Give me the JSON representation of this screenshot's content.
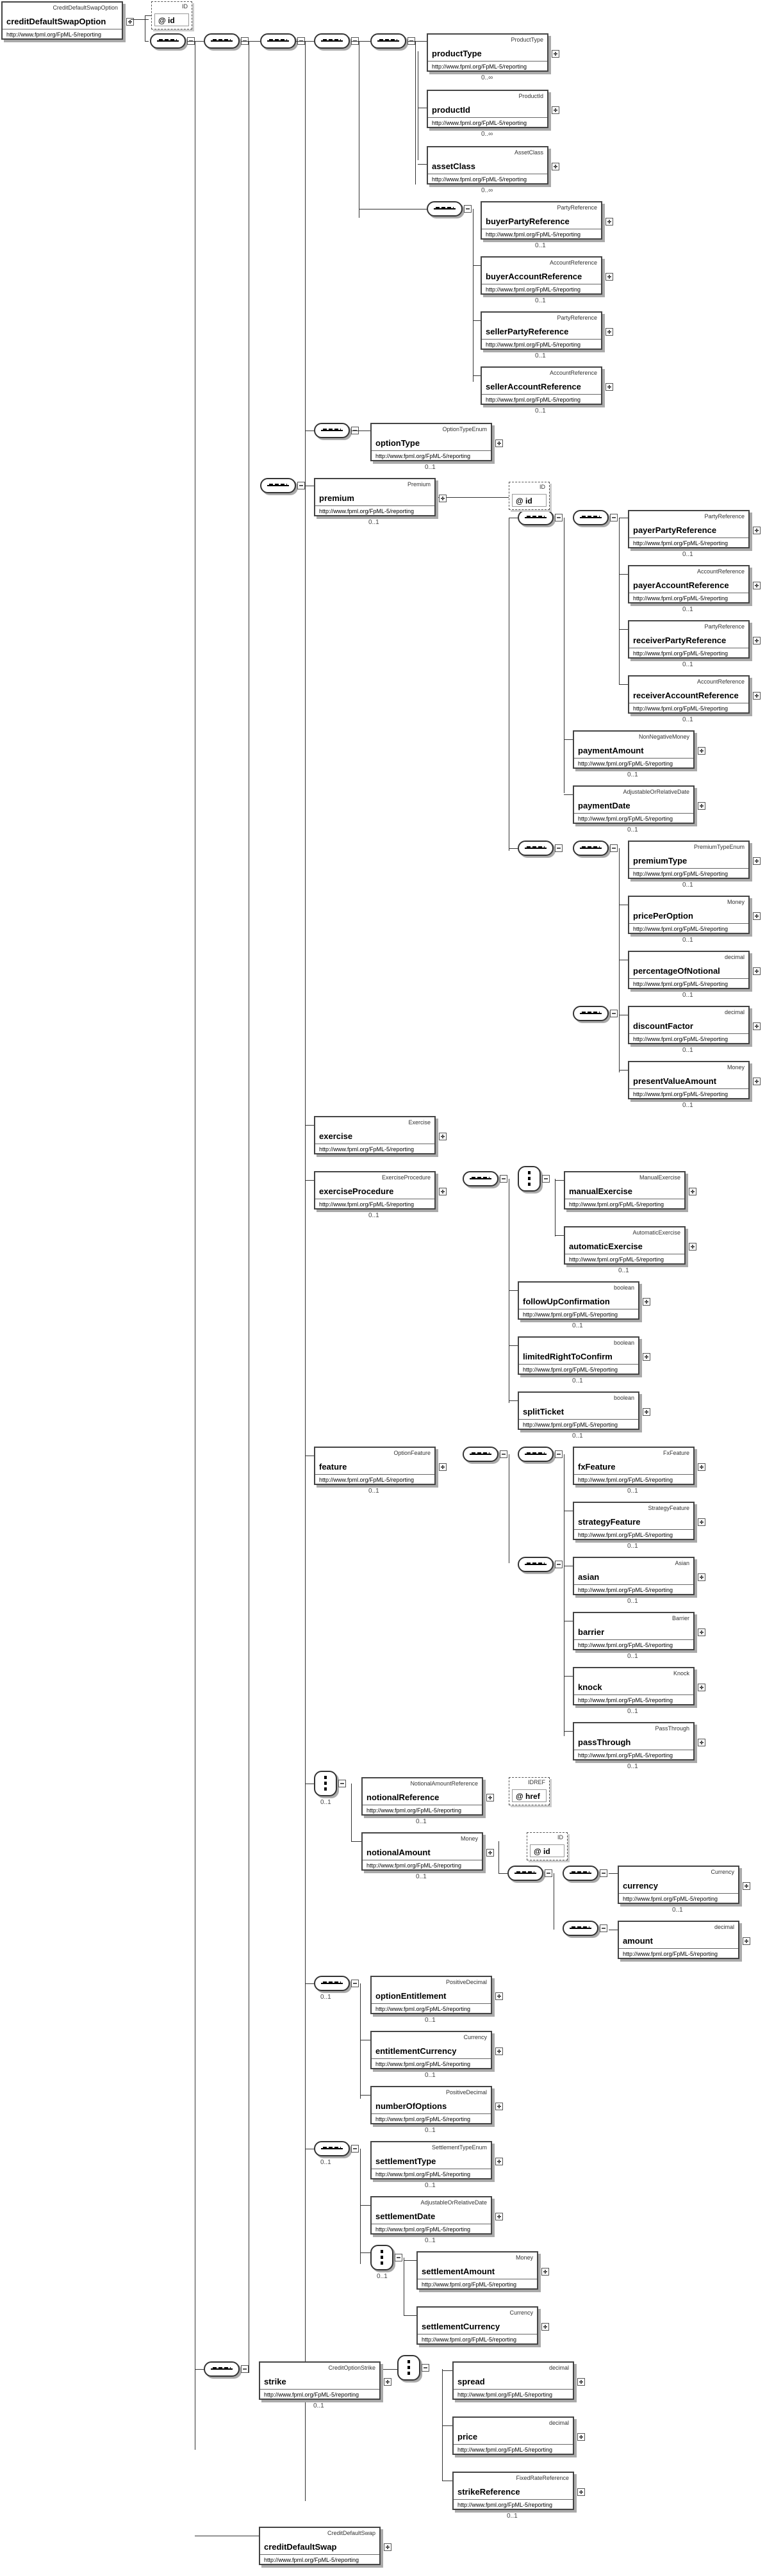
{
  "ns": "http://www.fpml.org/FpML-5/reporting",
  "root": {
    "name": "creditDefaultSwapOption",
    "type": "CreditDefaultSwapOption"
  },
  "root_attr": {
    "name": "@ id",
    "type": "ID"
  },
  "boxes": [
    {
      "name": "productType",
      "type": "ProductType",
      "card": "0..∞"
    },
    {
      "name": "productId",
      "type": "ProductId",
      "card": "0..∞"
    },
    {
      "name": "assetClass",
      "type": "AssetClass",
      "card": "0..∞"
    },
    {
      "name": "buyerPartyReference",
      "type": "PartyReference",
      "card": "0..1"
    },
    {
      "name": "buyerAccountReference",
      "type": "AccountReference",
      "card": "0..1"
    },
    {
      "name": "sellerPartyReference",
      "type": "PartyReference",
      "card": "0..1"
    },
    {
      "name": "sellerAccountReference",
      "type": "AccountReference",
      "card": "0..1"
    },
    {
      "name": "optionType",
      "type": "OptionTypeEnum",
      "card": "0..1"
    },
    {
      "name": "premium",
      "type": "Premium",
      "card": "0..1"
    },
    {
      "name": "payerPartyReference",
      "type": "PartyReference",
      "card": "0..1"
    },
    {
      "name": "payerAccountReference",
      "type": "AccountReference",
      "card": "0..1"
    },
    {
      "name": "receiverPartyReference",
      "type": "PartyReference",
      "card": "0..1"
    },
    {
      "name": "receiverAccountReference",
      "type": "AccountReference",
      "card": "0..1"
    },
    {
      "name": "paymentAmount",
      "type": "NonNegativeMoney",
      "card": "0..1"
    },
    {
      "name": "paymentDate",
      "type": "AdjustableOrRelativeDate",
      "card": "0..1"
    },
    {
      "name": "premiumType",
      "type": "PremiumTypeEnum",
      "card": "0..1"
    },
    {
      "name": "pricePerOption",
      "type": "Money",
      "card": "0..1"
    },
    {
      "name": "percentageOfNotional",
      "type": "decimal",
      "card": "0..1"
    },
    {
      "name": "discountFactor",
      "type": "decimal",
      "card": "0..1"
    },
    {
      "name": "presentValueAmount",
      "type": "Money",
      "card": "0..1"
    },
    {
      "name": "exercise",
      "type": "Exercise",
      "card": ""
    },
    {
      "name": "exerciseProcedure",
      "type": "ExerciseProcedure",
      "card": "0..1"
    },
    {
      "name": "manualExercise",
      "type": "ManualExercise",
      "card": ""
    },
    {
      "name": "automaticExercise",
      "type": "AutomaticExercise",
      "card": "0..1"
    },
    {
      "name": "followUpConfirmation",
      "type": "boolean",
      "card": "0..1"
    },
    {
      "name": "limitedRightToConfirm",
      "type": "boolean",
      "card": "0..1"
    },
    {
      "name": "splitTicket",
      "type": "boolean",
      "card": "0..1"
    },
    {
      "name": "feature",
      "type": "OptionFeature",
      "card": "0..1"
    },
    {
      "name": "fxFeature",
      "type": "FxFeature",
      "card": "0..1"
    },
    {
      "name": "strategyFeature",
      "type": "StrategyFeature",
      "card": "0..1"
    },
    {
      "name": "asian",
      "type": "Asian",
      "card": "0..1"
    },
    {
      "name": "barrier",
      "type": "Barrier",
      "card": "0..1"
    },
    {
      "name": "knock",
      "type": "Knock",
      "card": "0..1"
    },
    {
      "name": "passThrough",
      "type": "PassThrough",
      "card": "0..1"
    },
    {
      "name": "notionalReference",
      "type": "NotionalAmountReference",
      "card": "0..1"
    },
    {
      "name": "notionalAmount",
      "type": "Money",
      "card": "0..1"
    },
    {
      "name": "currency",
      "type": "Currency",
      "card": "0..1"
    },
    {
      "name": "amount",
      "type": "decimal",
      "card": ""
    },
    {
      "name": "optionEntitlement",
      "type": "PositiveDecimal",
      "card": "0..1"
    },
    {
      "name": "entitlementCurrency",
      "type": "Currency",
      "card": "0..1"
    },
    {
      "name": "numberOfOptions",
      "type": "PositiveDecimal",
      "card": "0..1"
    },
    {
      "name": "settlementType",
      "type": "SettlementTypeEnum",
      "card": "0..1"
    },
    {
      "name": "settlementDate",
      "type": "AdjustableOrRelativeDate",
      "card": "0..1"
    },
    {
      "name": "settlementAmount",
      "type": "Money",
      "card": ""
    },
    {
      "name": "settlementCurrency",
      "type": "Currency",
      "card": ""
    },
    {
      "name": "strike",
      "type": "CreditOptionStrike",
      "card": "0..1"
    },
    {
      "name": "spread",
      "type": "decimal",
      "card": ""
    },
    {
      "name": "price",
      "type": "decimal",
      "card": ""
    },
    {
      "name": "strikeReference",
      "type": "FixedRateReference",
      "card": "0..1"
    },
    {
      "name": "creditDefaultSwap",
      "type": "CreditDefaultSwap",
      "card": ""
    }
  ],
  "attrs": [
    {
      "name": "@ id",
      "type": "ID"
    },
    {
      "name": "@ href",
      "type": "IDREF"
    },
    {
      "name": "@ id",
      "type": "ID"
    }
  ],
  "compositor_cards": {
    "notional_choice": "0..1",
    "entitlement_seq": "0..1",
    "settlement_seq": "0..1",
    "settlement_choice": "0..1"
  }
}
